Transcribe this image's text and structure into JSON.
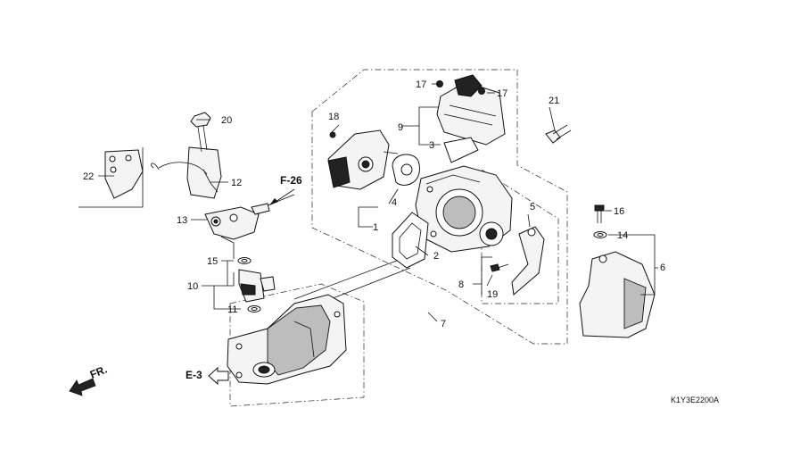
{
  "callouts": {
    "c2": "2",
    "c3": "3",
    "c4": "4",
    "c5": "5",
    "c6": "6",
    "c7": "7",
    "c8": "8",
    "c9": "9",
    "c10": "10",
    "c11": "11",
    "c12": "12",
    "c13": "13",
    "c14": "14",
    "c15": "15",
    "c16": "16",
    "c17a": "17",
    "c17b": "17",
    "c18": "18",
    "c19": "19",
    "c20": "20",
    "c21": "21",
    "c22": "22",
    "c1": "1"
  },
  "references": {
    "f26": "F-26",
    "e3": "E-3",
    "fr": "FR."
  },
  "diagram_code": "K1Y3E2200A"
}
